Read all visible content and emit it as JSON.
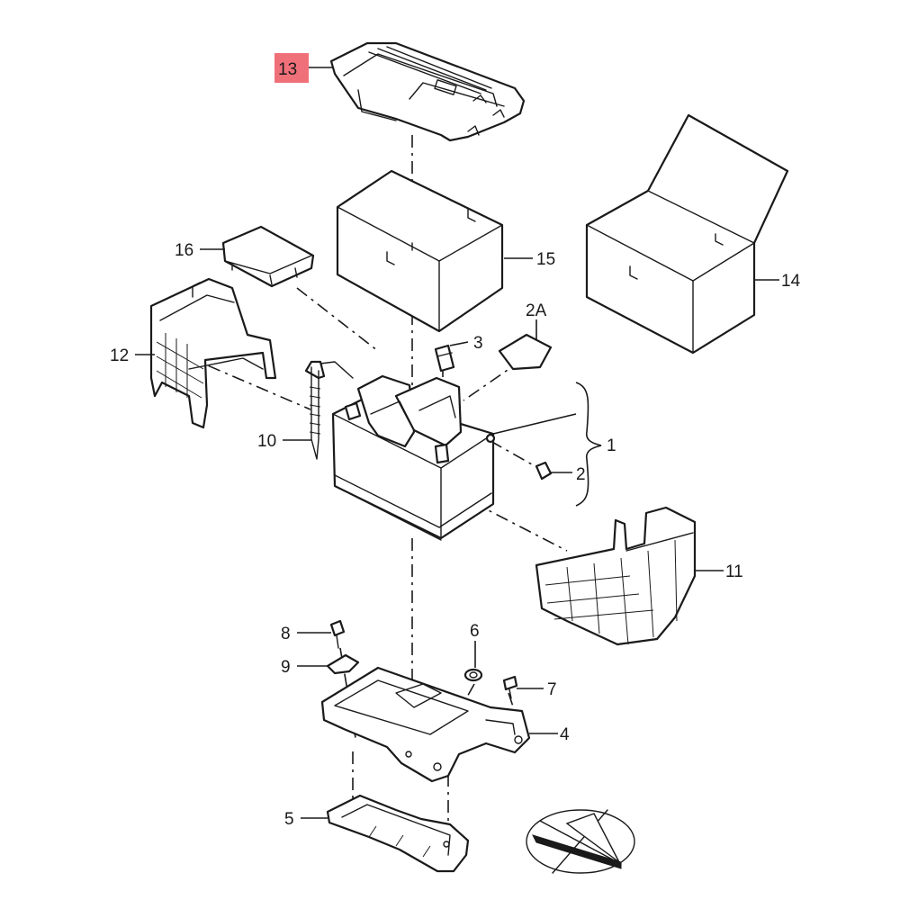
{
  "highlight_color": "#f0707a",
  "callouts": {
    "c13": "13",
    "c16": "16",
    "c15": "15",
    "c14": "14",
    "c12": "12",
    "c3": "3",
    "c2A": "2A",
    "c10": "10",
    "c1": "1",
    "c2": "2",
    "c11": "11",
    "c8": "8",
    "c9": "9",
    "c6": "6",
    "c7": "7",
    "c4": "4",
    "c5": "5"
  },
  "highlighted_callout": "13"
}
